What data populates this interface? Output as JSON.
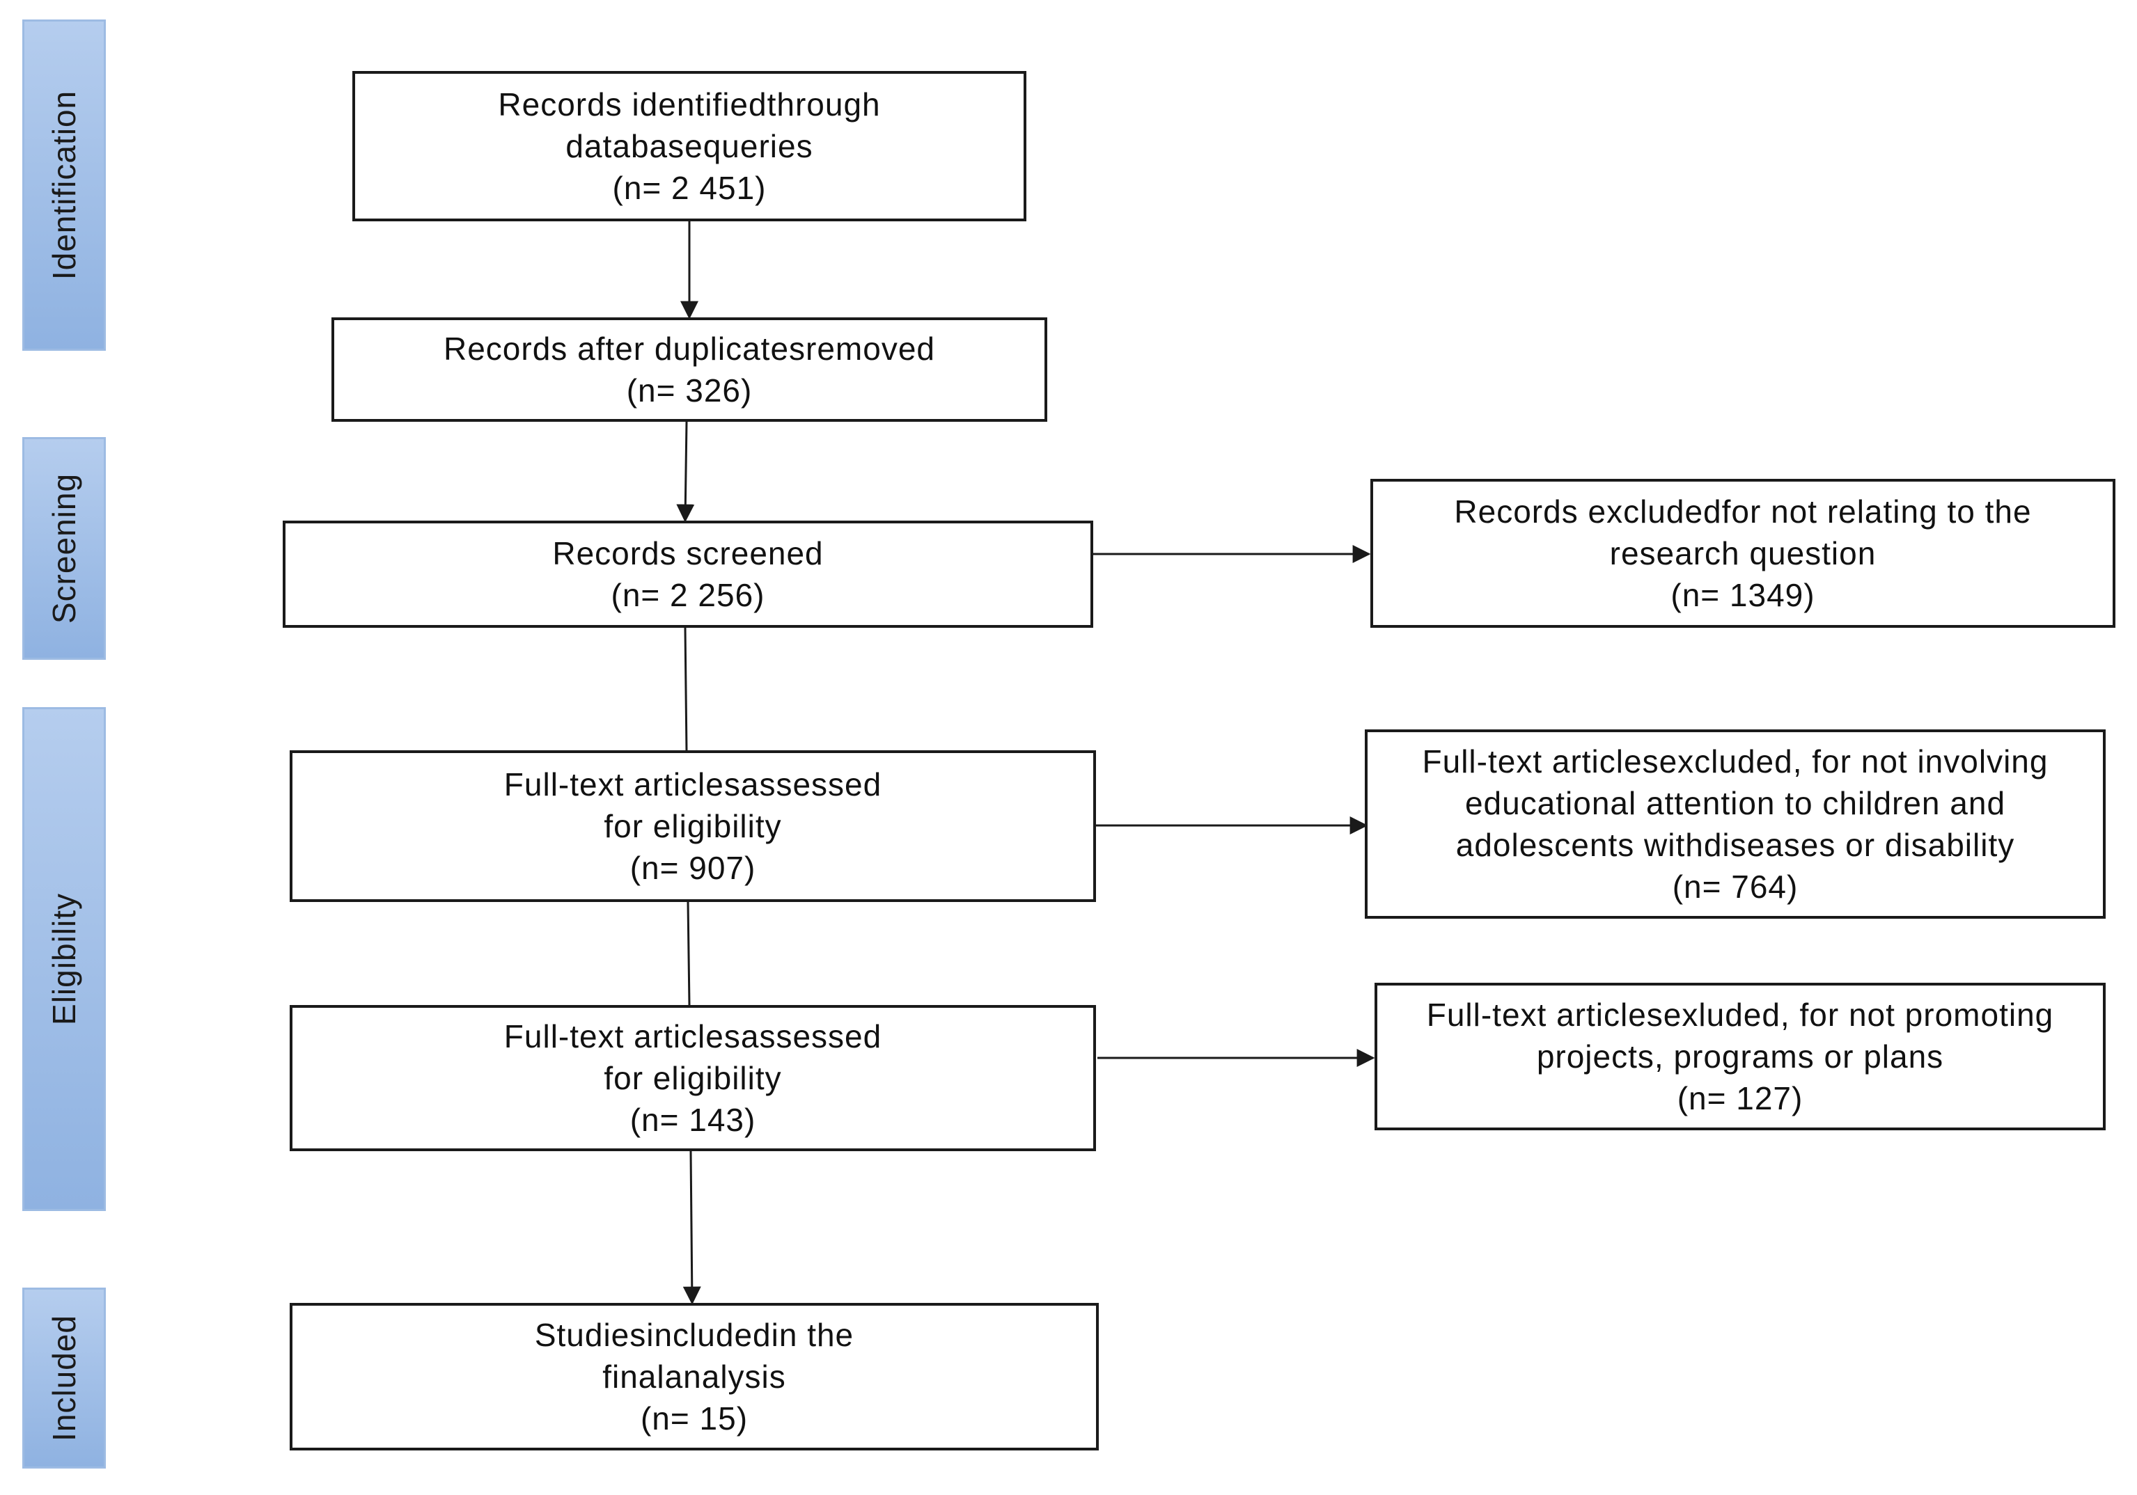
{
  "phases": {
    "identification": "Identification",
    "screening": "Screening",
    "eligibility": "Eligibility",
    "included": "Included"
  },
  "boxes": {
    "identified": [
      "Records identifiedthrough",
      "databasequeries",
      "(n= 2 451)"
    ],
    "duplicates": [
      "Records after duplicatesremoved",
      "(n= 326)"
    ],
    "screened": [
      "Records screened",
      "(n= 2 256)"
    ],
    "excluded_screening": [
      "Records excludedfor not relating to the",
      "research question",
      "(n= 1349)"
    ],
    "fulltext_1": [
      "Full-text articlesassessed",
      "for eligibility",
      "(n= 907)"
    ],
    "excluded_fulltext_1": [
      "Full-text articlesexcluded, for not involving",
      "educational attention to children and",
      "adolescents withdiseases or disability",
      "(n= 764)"
    ],
    "fulltext_2": [
      "Full-text articlesassessed",
      "for eligibility",
      "(n= 143)"
    ],
    "excluded_fulltext_2": [
      "Full-text articlesexluded, for not promoting",
      "projects, programs or plans",
      "(n= 127)"
    ],
    "included": [
      "Studiesincludedin the",
      "finalanalysis",
      "(n= 15)"
    ]
  }
}
